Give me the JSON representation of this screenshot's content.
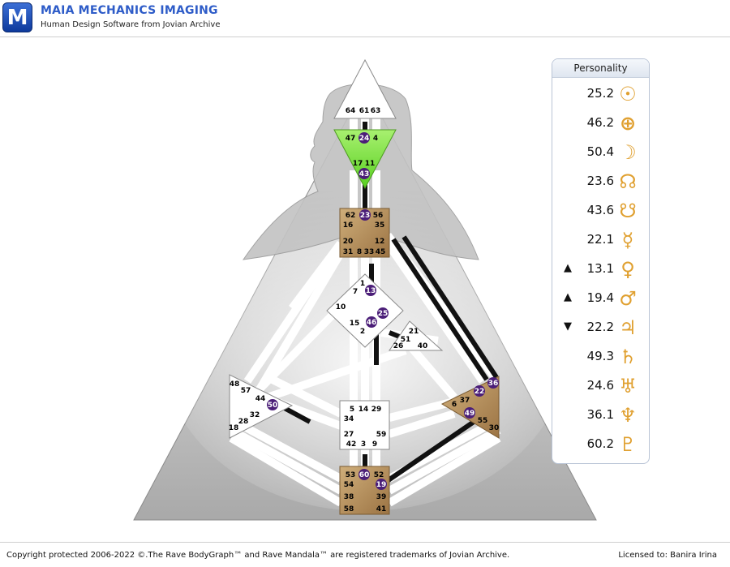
{
  "header": {
    "logo_letter": "M",
    "app_title": "MAIA MECHANICS IMAGING",
    "app_subtitle": "Human Design Software from Jovian Archive"
  },
  "colors": {
    "brand_blue": "#2e5cc8",
    "head_green": "#7ee83a",
    "center_tan": "#b9925f",
    "activation_purple": "#4b1e78",
    "planet_gold": "#e0a030"
  },
  "bodygraph": {
    "head_gates": [
      "64",
      "61",
      "63"
    ],
    "ajna_gates": [
      "47",
      "24",
      "4",
      "17",
      "11",
      "43"
    ],
    "throat_gates": [
      "62",
      "23",
      "56",
      "16",
      "35",
      "20",
      "12",
      "31",
      "8",
      "33",
      "45"
    ],
    "g_gates": [
      "1",
      "13",
      "7",
      "10",
      "25",
      "15",
      "46",
      "2"
    ],
    "ego_gates": [
      "21",
      "51",
      "26",
      "40"
    ],
    "spleen_gates": [
      "48",
      "57",
      "44",
      "50",
      "32",
      "28",
      "18"
    ],
    "sacral_gates": [
      "5",
      "14",
      "29",
      "34",
      "27",
      "59",
      "42",
      "3",
      "9"
    ],
    "solar_plexus_gates": [
      "36",
      "22",
      "37",
      "6",
      "49",
      "55",
      "30"
    ],
    "root_gates": [
      "53",
      "60",
      "52",
      "54",
      "19",
      "38",
      "39",
      "58",
      "41"
    ]
  },
  "personality": {
    "title": "Personality",
    "rows": [
      {
        "arrow": "",
        "value": "25.2",
        "icon": "sun-icon",
        "glyph": "☉"
      },
      {
        "arrow": "",
        "value": "46.2",
        "icon": "earth-icon",
        "glyph": "⊕"
      },
      {
        "arrow": "",
        "value": "50.4",
        "icon": "moon-icon",
        "glyph": "☽"
      },
      {
        "arrow": "",
        "value": "23.6",
        "icon": "north-node-icon",
        "glyph": "☊"
      },
      {
        "arrow": "",
        "value": "43.6",
        "icon": "south-node-icon",
        "glyph": "☋"
      },
      {
        "arrow": "",
        "value": "22.1",
        "icon": "mercury-icon",
        "glyph": "☿"
      },
      {
        "arrow": "▲",
        "value": "13.1",
        "icon": "venus-icon",
        "glyph": "♀"
      },
      {
        "arrow": "▲",
        "value": "19.4",
        "icon": "mars-icon",
        "glyph": "♂"
      },
      {
        "arrow": "▼",
        "value": "22.2",
        "icon": "jupiter-icon",
        "glyph": "♃"
      },
      {
        "arrow": "",
        "value": "49.3",
        "icon": "saturn-icon",
        "glyph": "♄"
      },
      {
        "arrow": "",
        "value": "24.6",
        "icon": "uranus-icon",
        "glyph": "♅"
      },
      {
        "arrow": "",
        "value": "36.1",
        "icon": "neptune-icon",
        "glyph": "♆"
      },
      {
        "arrow": "",
        "value": "60.2",
        "icon": "pluto-icon",
        "glyph": "♇"
      }
    ]
  },
  "footer": {
    "copyright": "Copyright protected 2006-2022 ©.The Rave BodyGraph™ and Rave Mandala™ are registered trademarks of Jovian Archive.",
    "license": "Licensed to: Banira Irina"
  }
}
